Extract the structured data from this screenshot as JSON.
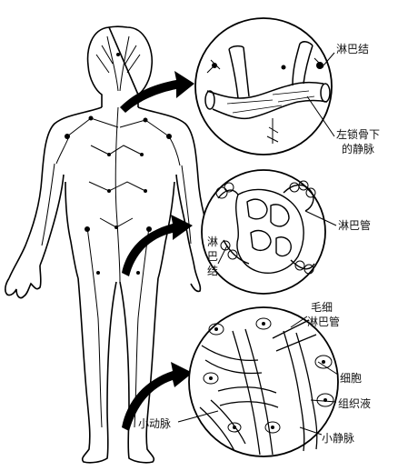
{
  "labels": {
    "lymph_node_top": "淋巴结",
    "subclavian_vein_line1": "左锁骨下",
    "subclavian_vein_line2": "的静脉",
    "lymph_vessel": "淋巴管",
    "lymph_node_vertical_1": "淋",
    "lymph_node_vertical_2": "巴",
    "lymph_node_vertical_3": "结",
    "capillary_line1": "毛细",
    "capillary_line2": "淋巴管",
    "cell": "细胞",
    "tissue_fluid": "组织液",
    "arteriole": "小动脉",
    "venule": "小静脉"
  }
}
